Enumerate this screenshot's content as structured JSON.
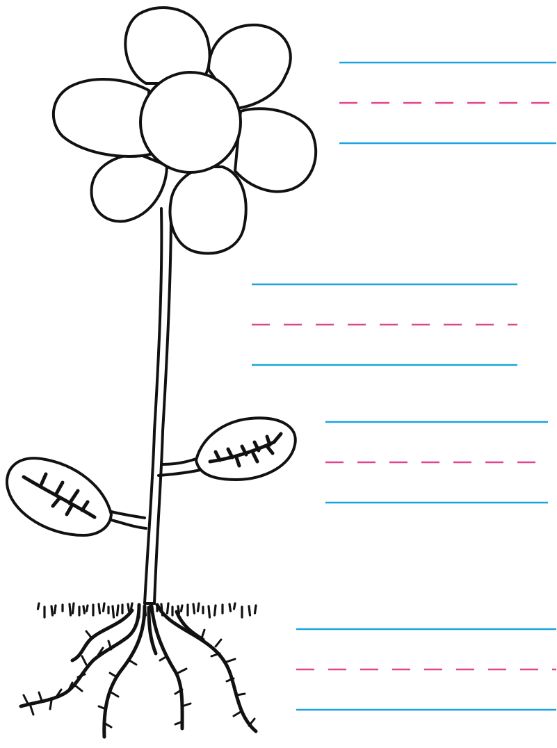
{
  "colors": {
    "outline": "#111111",
    "guide_solid": "#1aa3e0",
    "guide_dashed": "#e0458c",
    "background": "#ffffff"
  },
  "answer_blanks": [
    {
      "part": "flower",
      "lines": [
        "solid",
        "dashed",
        "solid"
      ]
    },
    {
      "part": "stem",
      "lines": [
        "solid",
        "dashed",
        "solid"
      ]
    },
    {
      "part": "leaf",
      "lines": [
        "solid",
        "dashed",
        "solid"
      ]
    },
    {
      "part": "roots",
      "lines": [
        "solid",
        "dashed",
        "solid"
      ]
    }
  ]
}
